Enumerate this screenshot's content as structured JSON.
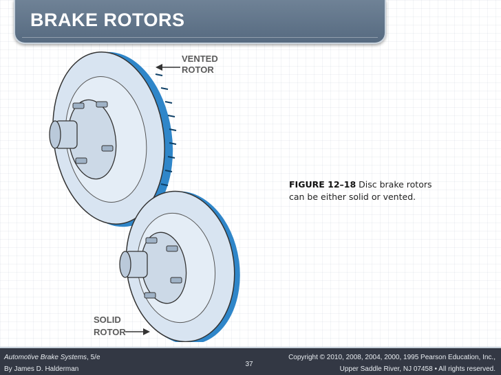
{
  "slide": {
    "title": "BRAKE ROTORS"
  },
  "figure": {
    "label_vented_line1": "VENTED",
    "label_vented_line2": "ROTOR",
    "label_solid_line1": "SOLID",
    "label_solid_line2": "ROTOR"
  },
  "caption": {
    "figure_number": "FIGURE 12–18",
    "text_line1": "Disc brake rotors",
    "text_line2": "can be either solid or vented."
  },
  "footer": {
    "book_title": "Automotive Brake Systems",
    "edition": ", 5/e",
    "author": "By James D. Halderman",
    "page_number": "37",
    "copyright_line1": "Copyright © 2010, 2008, 2004, 2000, 1995 Pearson Education, Inc.,",
    "copyright_line2": "Upper Saddle River, NJ 07458 • All rights reserved."
  },
  "colors": {
    "title_bar": "#5f7389",
    "rotor_face": "#d8e4f1",
    "rotor_edge": "#2f86c9",
    "footer_bg": "#333844"
  }
}
